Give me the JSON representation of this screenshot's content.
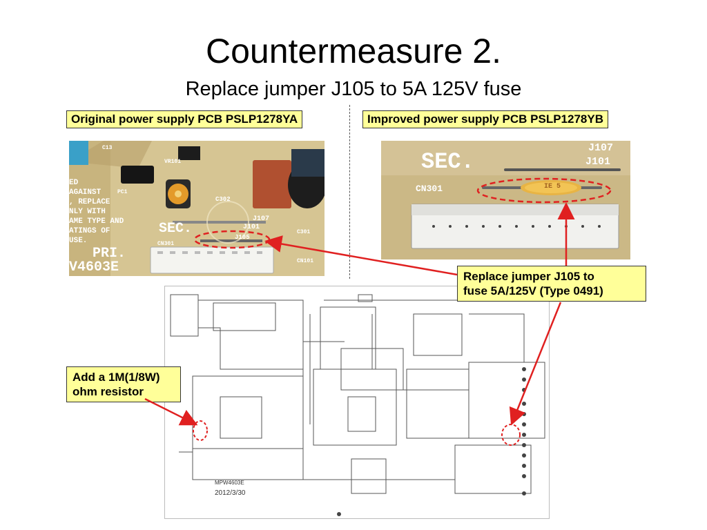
{
  "slide": {
    "title": "Countermeasure 2.",
    "subtitle": "Replace jumper J105 to 5A 125V fuse"
  },
  "labels": {
    "original": "Original power supply PCB PSLP1278YA",
    "improved": "Improved power supply PCB PSLP1278YB"
  },
  "callouts": {
    "fuse_line1": "Replace jumper J105 to",
    "fuse_line2": "fuse 5A/125V (Type 0491)",
    "resistor_line1": "Add a 1M(1/8W)",
    "resistor_line2": "ohm resistor"
  },
  "pcb_left": {
    "warning": [
      "ED",
      "AGAINST",
      ", REPLACE",
      "NLY WITH",
      "AME TYPE AND",
      "ATINGS OF",
      "USE."
    ],
    "sec": "SEC.",
    "pri": "PRI.",
    "board_id": "V4603E",
    "c302": "C302",
    "j107": "J107",
    "j101": "J101",
    "j105": "J105",
    "cn301": "CN301",
    "c301": "C301",
    "cn101": "CN101",
    "pc1": "PC1",
    "vr101": "VR101",
    "c13": "C13"
  },
  "pcb_right": {
    "sec": "SEC.",
    "j107": "J107",
    "j101": "J101",
    "cn301": "CN301",
    "fuse_mark": "IE 5"
  },
  "schematic": {
    "model": "MPW4603E",
    "date": "2012/3/30"
  },
  "colors": {
    "callout_bg": "#ffff99",
    "arrow": "#e02020",
    "highlight": "#e02020"
  }
}
